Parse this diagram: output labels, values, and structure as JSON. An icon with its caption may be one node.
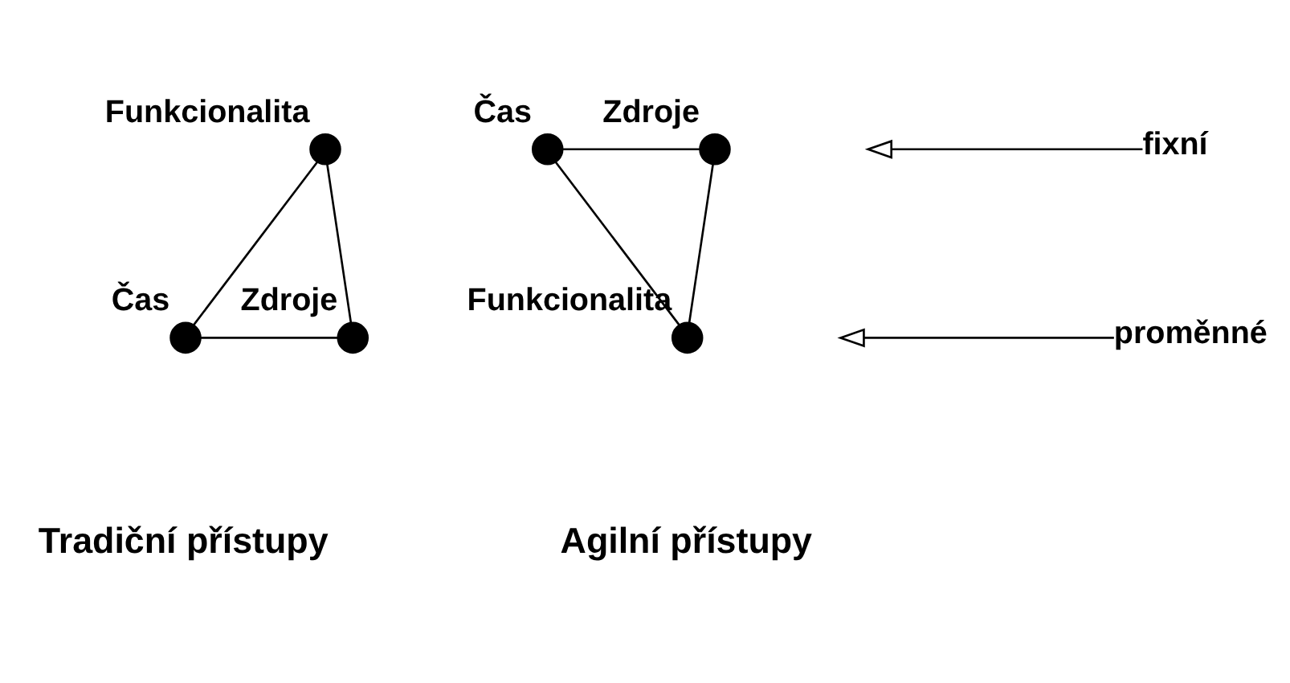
{
  "diagram": {
    "nodes": [
      {
        "text": [],
        "shape": "circle",
        "beside": [
          "Funkcionalita"
        ]
      },
      {
        "text": [],
        "shape": "circle",
        "beside": [
          "Čas"
        ]
      },
      {
        "text": [],
        "shape": "circle",
        "beside": [
          "Zdroje"
        ]
      },
      {
        "text": [],
        "shape": "circle",
        "beside": [
          "Čas"
        ]
      },
      {
        "text": [],
        "shape": "circle",
        "beside": [
          "Zdroje"
        ]
      },
      {
        "text": [],
        "shape": "circle",
        "beside": [
          "Funkcionalita"
        ]
      },
      {
        "text": [
          "fixní"
        ]
      },
      {
        "text": [
          "proměnné"
        ]
      }
    ],
    "edges": [
      {
        "from": 0,
        "to": 1,
        "arrow": "none"
      },
      {
        "from": 0,
        "to": 2,
        "arrow": "none"
      },
      {
        "from": 1,
        "to": 2,
        "arrow": "none"
      },
      {
        "from": 3,
        "to": 4,
        "arrow": "none"
      },
      {
        "from": 3,
        "to": 5,
        "arrow": "none"
      },
      {
        "from": 4,
        "to": 5,
        "arrow": "none"
      },
      {
        "from": 6,
        "to": null,
        "arrow": "to"
      },
      {
        "from": 7,
        "to": null,
        "arrow": "to"
      }
    ],
    "labels": [
      "Tradiční přístupy",
      "Agilní přístupy"
    ]
  }
}
